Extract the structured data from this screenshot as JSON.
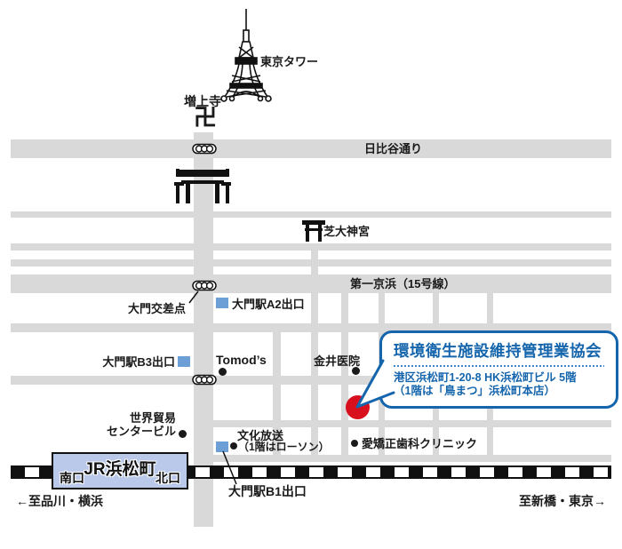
{
  "colors": {
    "road_gray": "#d9d9d9",
    "callout_blue": "#1565ad",
    "marker_red": "#d8101e",
    "exit_square_blue": "#6b9fd6",
    "station_fill": "#bac9e9"
  },
  "landmarks": {
    "tokyo_tower": "東京タワー",
    "zojoji": "増上寺",
    "zojoji_symbol": "卍",
    "shiba_daijingu": "芝大神宮",
    "tomods": "Tomod’s",
    "kanai_clinic": "金井医院",
    "world_trade_center_line1": "世界貿易",
    "world_trade_center_line2": "センタービル",
    "bunka_hoso": "文化放送",
    "bunka_hoso_note": "（1階はローソン）",
    "orthodontic_clinic": "愛矯正歯科クリニック"
  },
  "roads": {
    "hibiya_dori": "日比谷通り",
    "daiichi_keihin": "第一京浜（15号線）"
  },
  "intersection_label": "大門交差点",
  "exits": {
    "a2": "大門駅A2出口",
    "b3": "大門駅B3出口",
    "b1": "大門駅B1出口"
  },
  "station": {
    "name": "JR浜松町",
    "south_exit": "南口",
    "north_exit": "北口"
  },
  "directions": {
    "to_shinagawa": "←至品川・横浜",
    "to_shimbashi": "至新橋・東京→"
  },
  "callout": {
    "title": "環境衛生施設維持管理業協会",
    "address_line1": "港区浜松町1-20-8 HK浜松町ビル 5階",
    "address_line2": "（1階は「鳥まつ」浜松町本店）"
  }
}
